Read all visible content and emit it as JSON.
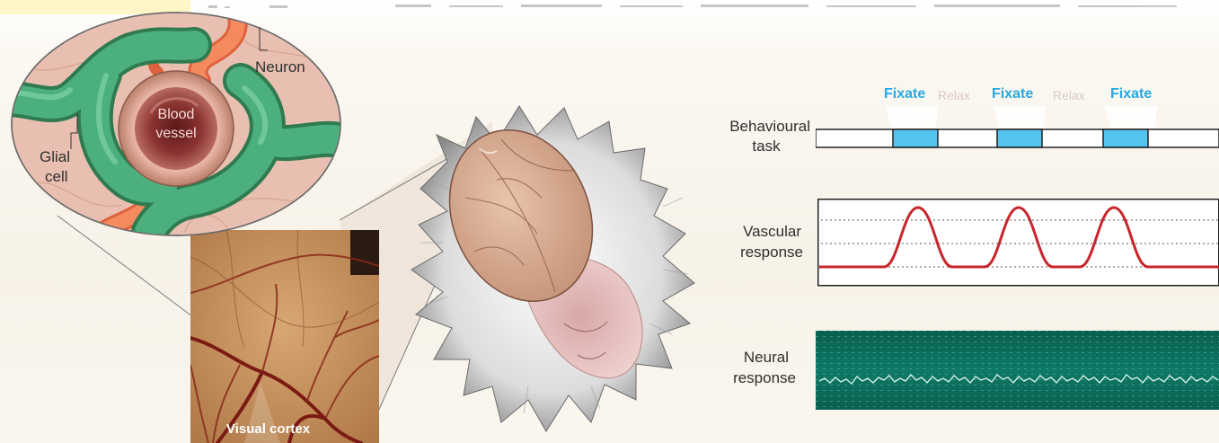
{
  "inset_labels": {
    "neuron": "Neuron",
    "blood_vessel_line1": "Blood",
    "blood_vessel_line2": "vessel",
    "glial_line1": "Glial",
    "glial_line2": "cell",
    "visual_cortex": "Visual cortex"
  },
  "row_labels": {
    "behavioural_line1": "Behavioural",
    "behavioural_line2": "task",
    "vascular_line1": "Vascular",
    "vascular_line2": "response",
    "neural_line1": "Neural",
    "neural_line2": "response"
  },
  "task_phases": [
    {
      "label": "Fixate",
      "kind": "fixate"
    },
    {
      "label": "Relax",
      "kind": "relax"
    },
    {
      "label": "Fixate",
      "kind": "fixate"
    },
    {
      "label": "Relax",
      "kind": "relax"
    },
    {
      "label": "Fixate",
      "kind": "fixate"
    }
  ],
  "colors": {
    "fixate_block": "#54c4ef",
    "fixate_text": "#27a9e1",
    "relax_text": "#d9c8c8",
    "vascular_trace": "#c8262c",
    "neural_panel": "#0e7a66",
    "glial_cell": "#4bb07e",
    "neuron": "#f07c50",
    "vessel": "#8e3c3a"
  },
  "icons": {
    "cells_inset": "glia-neuron-vessel-illustration",
    "cortex_image": "visual-cortex-vasculature-photo",
    "brain": "monkey-brain-illustration"
  }
}
